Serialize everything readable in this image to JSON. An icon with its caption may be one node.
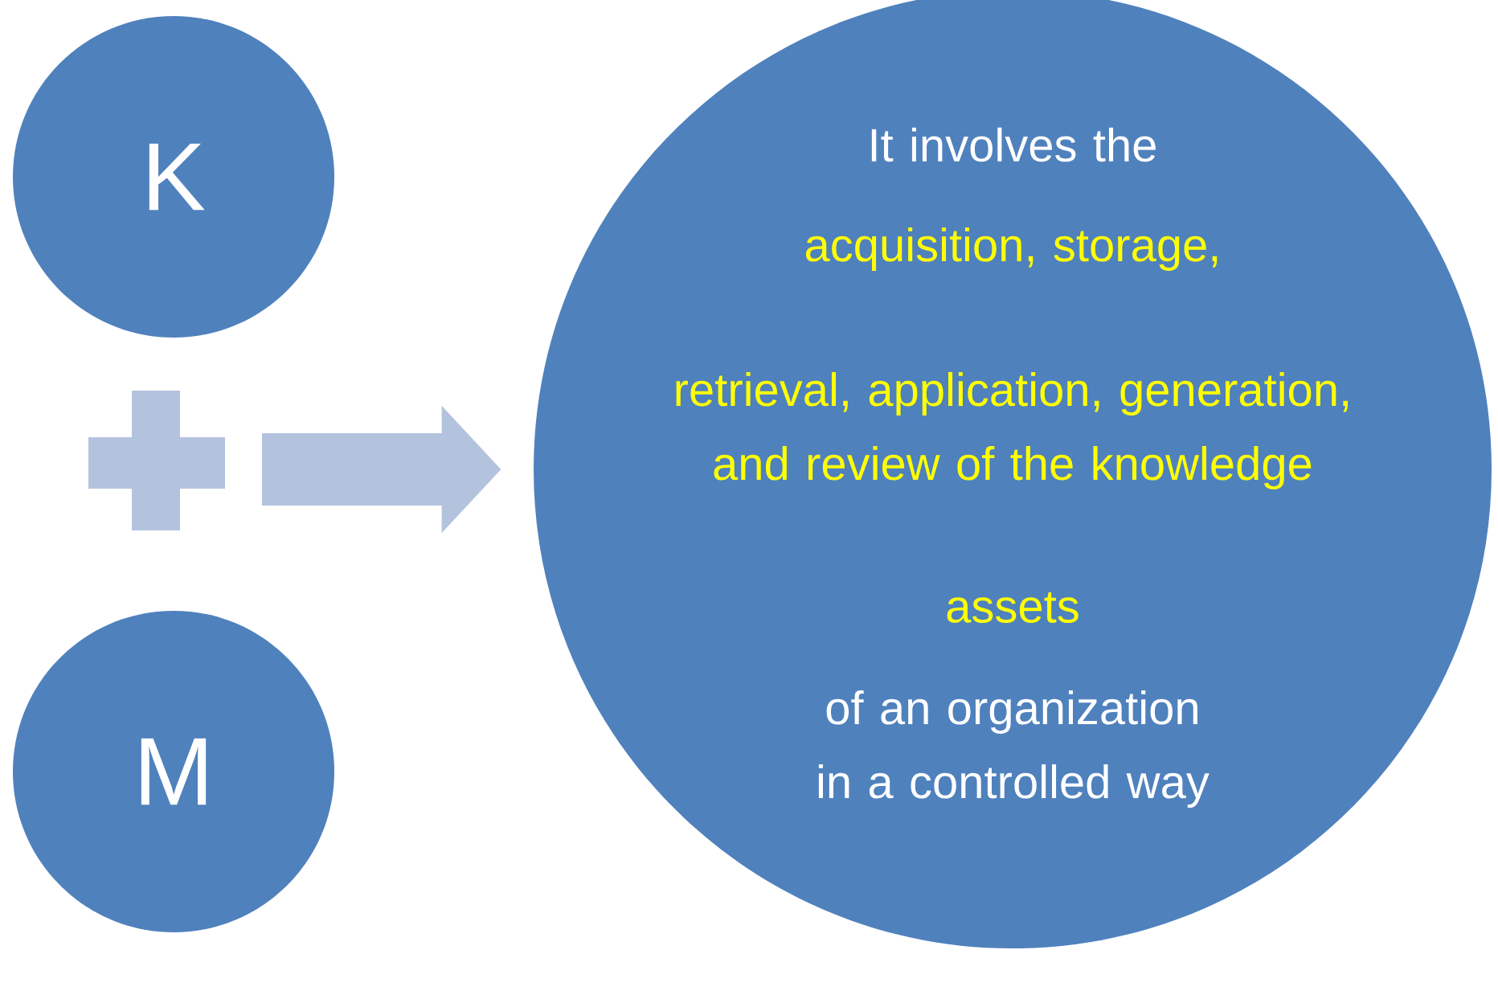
{
  "diagram": {
    "nodes": [
      {
        "text": [
          "K"
        ]
      },
      {
        "text": [
          "M"
        ]
      },
      {
        "text": [
          "It involves the",
          "acquisition, storage,",
          "retrieval, application, generation, and review of the knowledge",
          "assets",
          "of an organization in a controlled way"
        ]
      }
    ],
    "edges": [
      {
        "from": null,
        "to": 2,
        "arrow": "to"
      }
    ]
  }
}
